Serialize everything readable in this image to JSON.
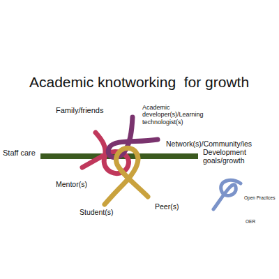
{
  "diagram": {
    "title": "Academic knotworking  for growth",
    "labels": [
      "Family/friends",
      "Academic developer(s)/Learning technologist(s)",
      "Network(s)/Community/ies",
      "Staff care",
      "Development goals/growth",
      "Mentor(s)",
      "Student(s)",
      "Peer(s)",
      "Open Practices",
      "OER"
    ]
  }
}
